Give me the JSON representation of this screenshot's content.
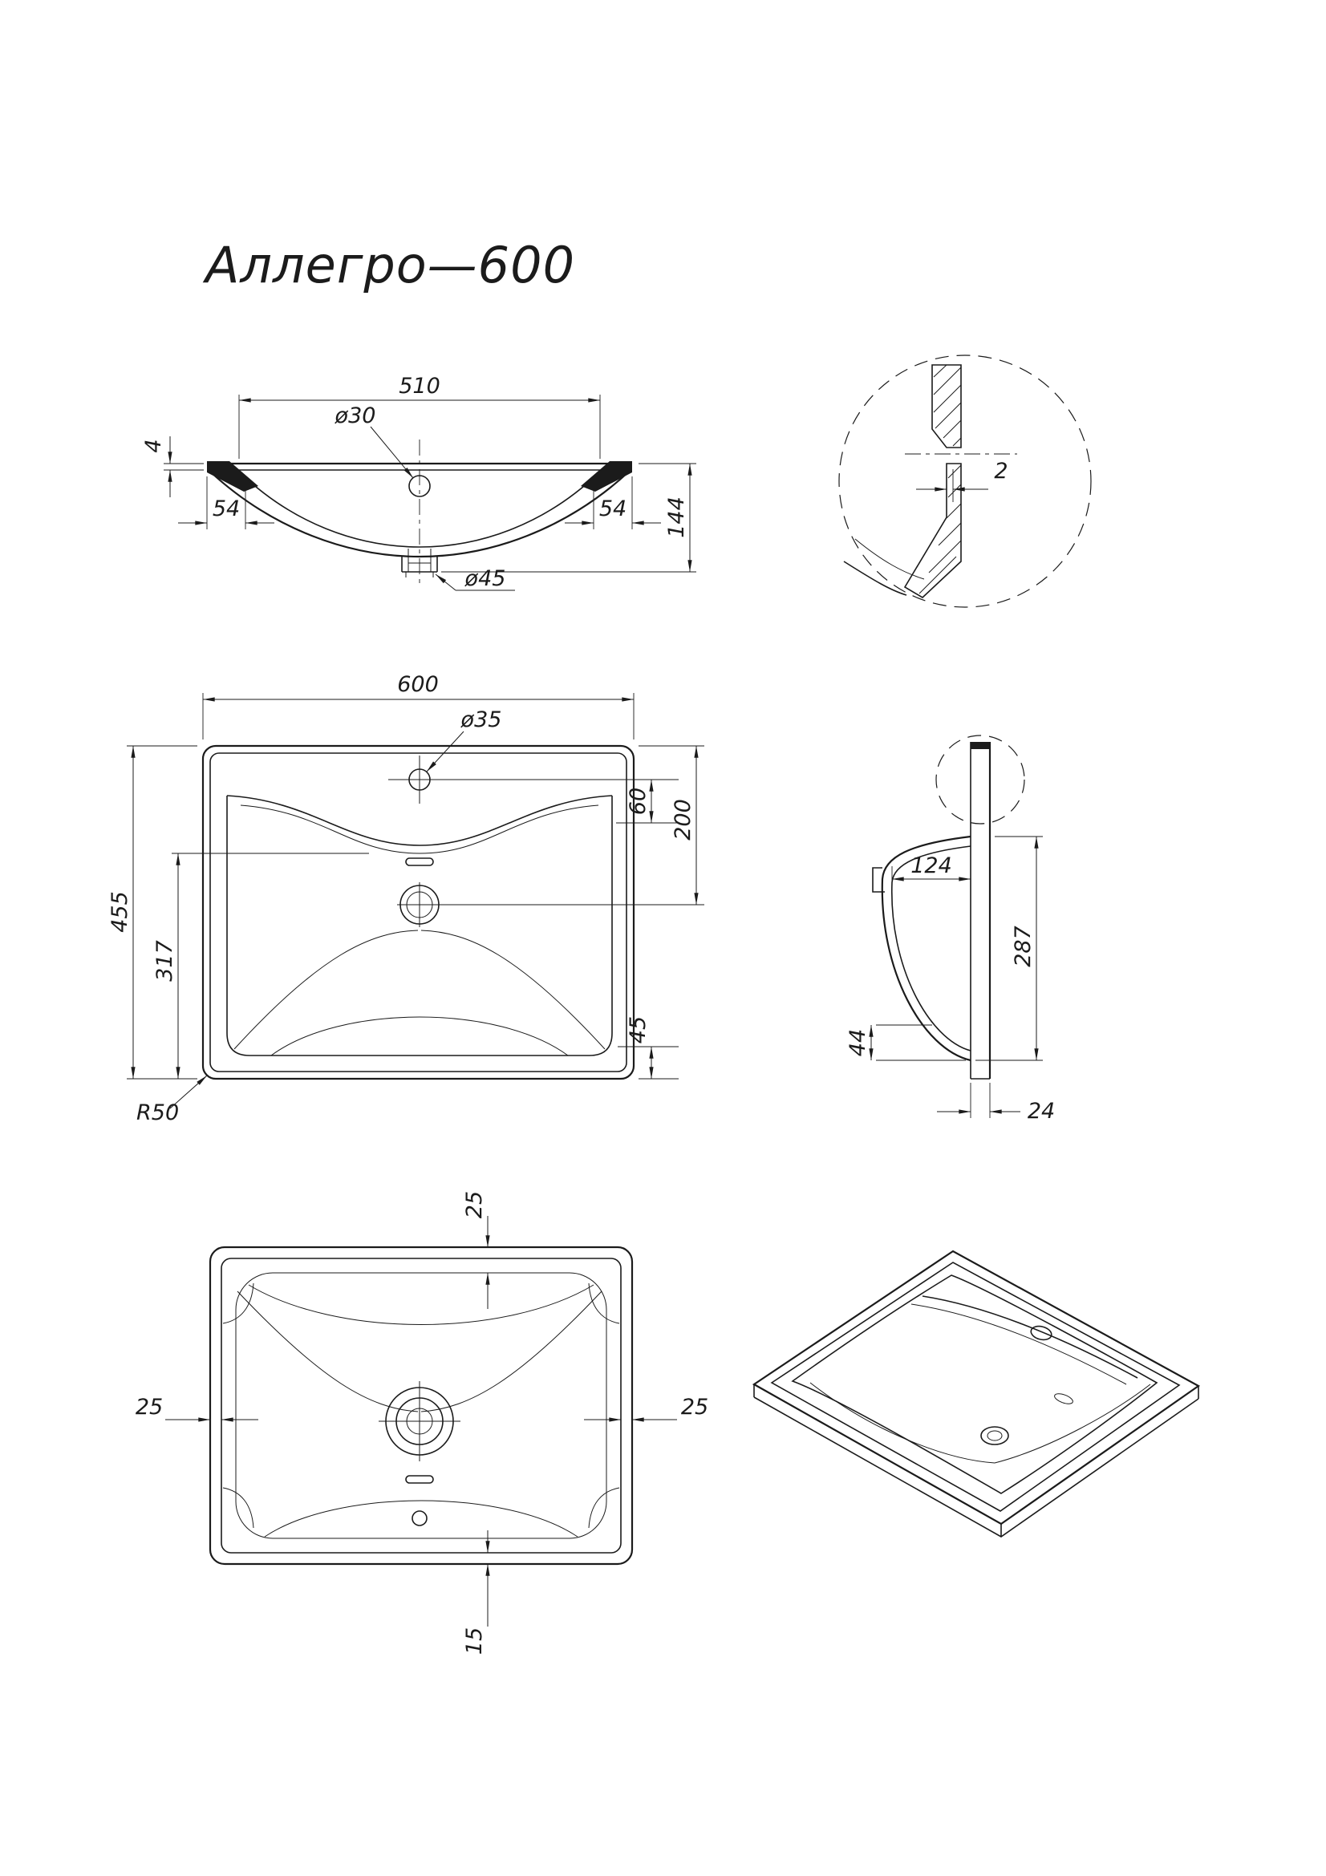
{
  "title": "Аллегро—600",
  "front": {
    "width": "510",
    "hole": "ø30",
    "rim": "4",
    "left_offset": "54",
    "right_offset": "54",
    "height": "144",
    "drain": "ø45"
  },
  "detail": {
    "gap": "2"
  },
  "plan": {
    "width": "600",
    "faucet_hole": "ø35",
    "depth": "455",
    "basin_length": "317",
    "faucet_offset": "60",
    "drain_offset": "200",
    "front_offset": "45",
    "corner_radius": "R50"
  },
  "side": {
    "basin_width": "124",
    "height": "287",
    "ledge": "44",
    "thickness": "24"
  },
  "bottom": {
    "top_inset": "25",
    "left_inset": "25",
    "right_inset": "25",
    "bottom_inset": "15"
  }
}
